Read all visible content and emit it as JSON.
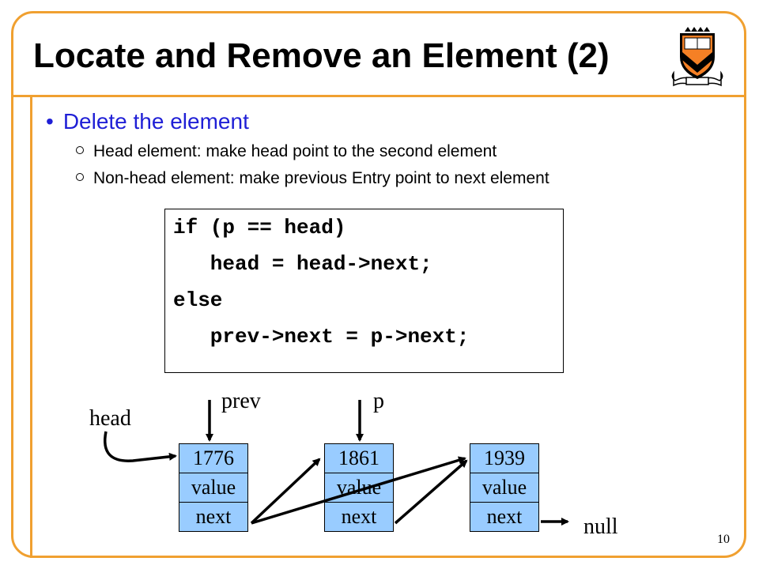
{
  "slide": {
    "title": "Locate and Remove an Element (2)",
    "page_number": "10"
  },
  "bullets": {
    "main": "Delete the element",
    "sub1": "Head element: make head point to the second element",
    "sub2": "Non-head element: make previous Entry point to next element"
  },
  "code": {
    "line1": "if (p == head)",
    "line2": "   head = head->next;",
    "line3": "else",
    "line4": "   prev->next = p->next;"
  },
  "diagram": {
    "labels": {
      "head": "head",
      "prev": "prev",
      "p": "p",
      "null": "null"
    },
    "nodes": [
      {
        "key": "1776",
        "value": "value",
        "next": "next"
      },
      {
        "key": "1861",
        "value": "value",
        "next": "next"
      },
      {
        "key": "1939",
        "value": "value",
        "next": "next"
      }
    ]
  },
  "colors": {
    "accent": "#f0a030",
    "bullet": "#1f1fd6",
    "node_fill": "#99ccff"
  },
  "icons": {
    "logo": "princeton-shield-icon"
  }
}
